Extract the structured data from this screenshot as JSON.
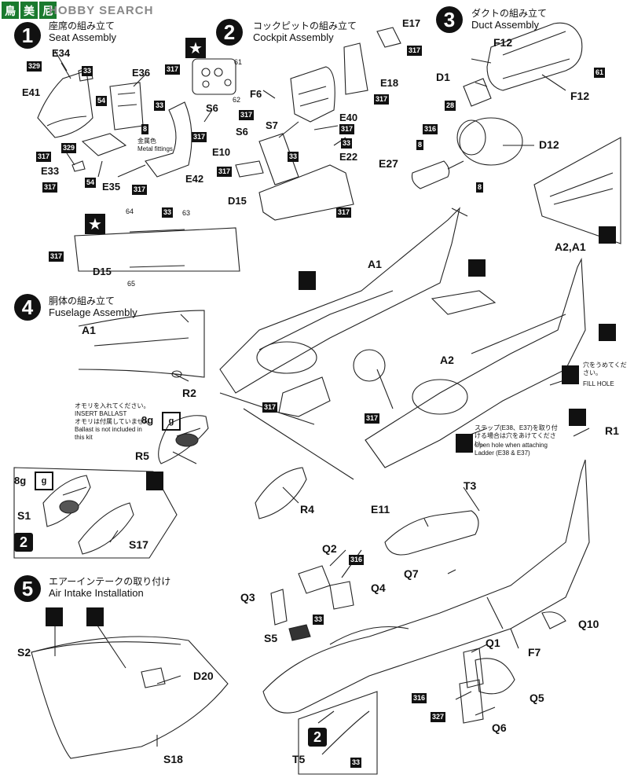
{
  "watermark": {
    "text": "HOBBY SEARCH"
  },
  "steps": [
    {
      "num": "1",
      "jp": "座席の組み立て",
      "en": "Seat Assembly"
    },
    {
      "num": "2",
      "jp": "コックピットの組み立て",
      "en": "Cockpit Assembly"
    },
    {
      "num": "3",
      "jp": "ダクトの組み立て",
      "en": "Duct Assembly"
    },
    {
      "num": "4",
      "jp": "胴体の組み立て",
      "en": "Fuselage Assembly"
    },
    {
      "num": "5",
      "jp": "エアーインテークの取り付け",
      "en": "Air Intake Installation"
    }
  ],
  "substep_badge": "2",
  "notes": {
    "metal_fittings_jp": "金属色",
    "metal_fittings_en": "Metal fittings",
    "ballast_jp": "オモリを入れてください。",
    "ballast_en": "INSERT BALLAST",
    "ballast_not_included_jp": "オモリは付属していません",
    "ballast_not_included_en": "Ballast is not included in this kit",
    "fill_hole_jp": "穴をうめてください。",
    "fill_hole_en": "FILL HOLE",
    "ladder_jp": "ステップ(E38、E37)を取り付ける場合は穴をあけてください。",
    "ladder_en": "Open hole when attaching Ladder (E38 & E37)"
  },
  "weights": {
    "w1": "8g",
    "w2": "8g",
    "unit": "g"
  },
  "parts": {
    "E34": "E34",
    "E41": "E41",
    "E36": "E36",
    "E33": "E33",
    "E35": "E35",
    "E42": "E42",
    "S6": "S6",
    "F6": "F6",
    "S6b": "S6",
    "S7": "S7",
    "E10": "E10",
    "D15": "D15",
    "D15b": "D15",
    "E17": "E17",
    "E18": "E18",
    "E40": "E40",
    "E22": "E22",
    "F12": "F12",
    "D1": "D1",
    "F12b": "F12",
    "D12": "D12",
    "E27": "E27",
    "A2A1": "A2,A1",
    "A1": "A1",
    "A1b": "A1",
    "A2": "A2",
    "R1": "R1",
    "R2": "R2",
    "R5": "R5",
    "R4": "R4",
    "S1": "S1",
    "S17": "S17",
    "T3": "T3",
    "E11": "E11",
    "Q2": "Q2",
    "Q7": "Q7",
    "Q3": "Q3",
    "Q4": "Q4",
    "S5": "S5",
    "Q10": "Q10",
    "Q1": "Q1",
    "F7": "F7",
    "Q5": "Q5",
    "Q6": "Q6",
    "S2": "S2",
    "D20": "D20",
    "S18": "S18",
    "T5": "T5"
  },
  "colors": {
    "c329a": "329",
    "c33a": "33",
    "c54a": "54",
    "c8a": "8",
    "c317a": "317",
    "c329b": "329",
    "c317b": "317",
    "c54b": "54",
    "c317c": "317",
    "c317d": "317",
    "c33b": "33",
    "c317e": "317",
    "c317f": "317",
    "c33c": "33",
    "c317g": "317",
    "c317h": "317",
    "c33d": "33",
    "c317i": "317",
    "c317j": "317",
    "c61a": "61",
    "c62": "62",
    "c61b": "61",
    "c28": "28",
    "c316a": "316",
    "c8b": "8",
    "c8c": "8",
    "c64": "64",
    "c33e": "33",
    "c63": "63",
    "c65": "65",
    "c317k": "317",
    "c317l": "317",
    "c317m": "317",
    "c316b": "316",
    "c33f": "33",
    "c316c": "316",
    "c327": "327",
    "c33g": "33"
  }
}
